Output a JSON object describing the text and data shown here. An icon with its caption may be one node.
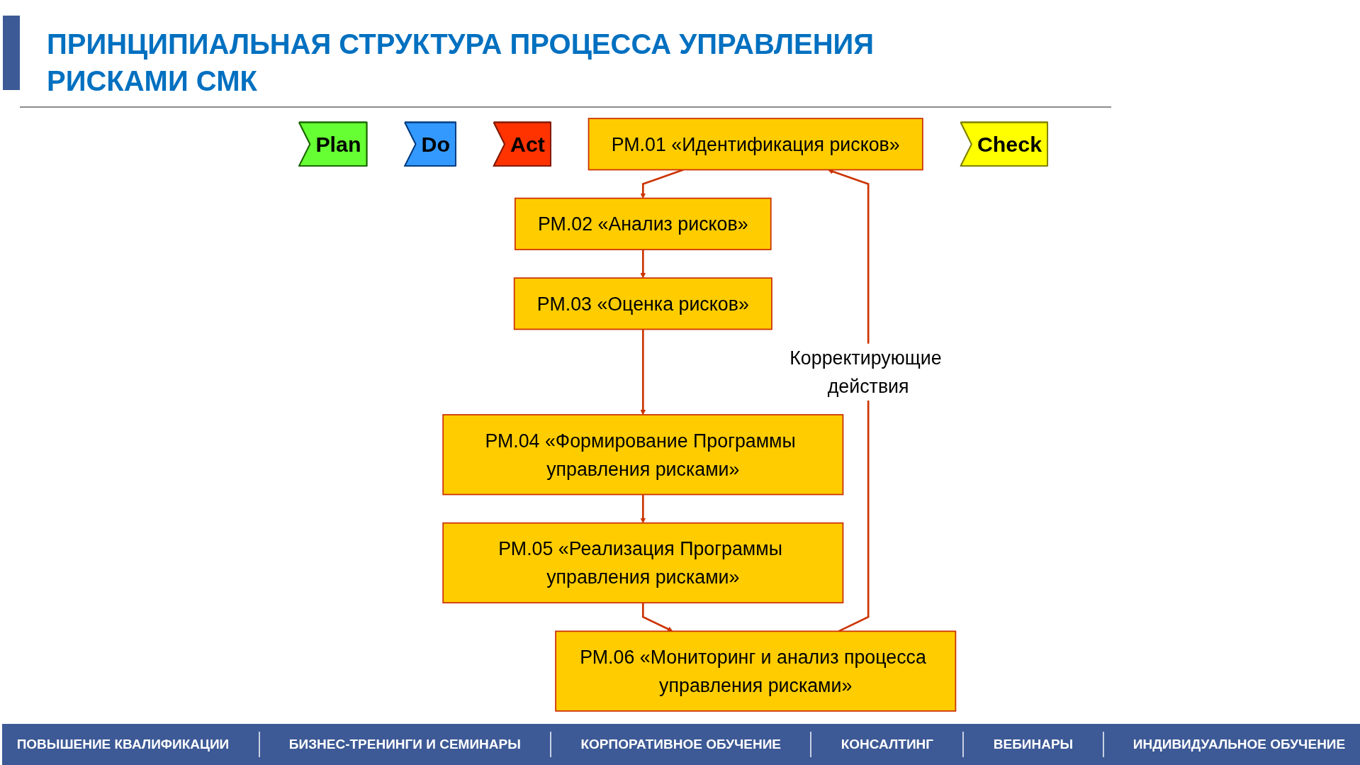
{
  "diagram": {
    "title": "ПРИНЦИПИАЛЬНАЯ СТРУКТУРА ПРОЦЕССА УПРАВЛЕНИЯ РИСКАМИ СМК",
    "nodes": [
      {
        "text": [
          "РМ.01 «Идентификация рисков»"
        ]
      },
      {
        "text": [
          "РМ.02 «Анализ рисков»"
        ]
      },
      {
        "text": [
          "РМ.03 «Оценка рисков»"
        ]
      },
      {
        "text": [
          "РМ.04 «Формирование Программы управления рисками»"
        ]
      },
      {
        "text": [
          "РМ.05 «Реализация Программы управления рисками»"
        ]
      },
      {
        "text": [
          "РМ.06 «Мониторинг и анализ процесса управления рисками»"
        ]
      },
      {
        "text": [
          "Plan"
        ]
      },
      {
        "text": [
          "Do"
        ]
      },
      {
        "text": [
          "Act"
        ]
      },
      {
        "text": [
          "Check"
        ]
      }
    ],
    "edges": [
      {
        "from": 0,
        "to": 1,
        "arrow": "to"
      },
      {
        "from": 1,
        "to": 2,
        "arrow": "to"
      },
      {
        "from": 2,
        "to": 3,
        "arrow": "to"
      },
      {
        "from": 3,
        "to": 4,
        "arrow": "to"
      },
      {
        "from": 4,
        "to": 5,
        "arrow": "to"
      },
      {
        "from": 5,
        "to": 0,
        "arrow": "to",
        "label": "Корректирующие действия"
      }
    ],
    "labels": [
      "ПОВЫШЕНИЕ КВАЛИФИКАЦИИ",
      "БИЗНЕС-ТРЕНИНГИ И СЕМИНАРЫ",
      "КОРПОРАТИВНОЕ ОБУЧЕНИЕ",
      "КОНСАЛТИНГ",
      "ВЕБИНАРЫ",
      "ИНДИВИДУАЛЬНОЕ ОБУЧЕНИЕ"
    ]
  }
}
